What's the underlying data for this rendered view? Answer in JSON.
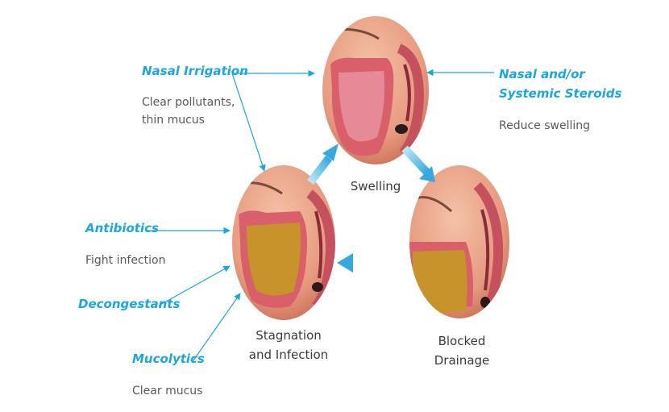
{
  "stages": {
    "swelling": {
      "label": "Swelling"
    },
    "blocked": {
      "label_lines": [
        "Blocked",
        "Drainage"
      ]
    },
    "stagnation": {
      "label_lines": [
        "Stagnation",
        "and Infection"
      ]
    }
  },
  "treatments": {
    "nasal_irrigation": {
      "title": "Nasal Irrigation",
      "desc_lines": [
        "Clear pollutants,",
        "thin mucus"
      ]
    },
    "steroids": {
      "title_lines": [
        "Nasal and/or",
        "Systemic Steroids"
      ],
      "desc": "Reduce swelling"
    },
    "antibiotics": {
      "title": "Antibiotics",
      "desc": "Fight infection"
    },
    "decongestants": {
      "title": "Decongestants"
    },
    "mucolytics": {
      "title": "Mucolytics",
      "desc": "Clear mucus"
    }
  },
  "colors": {
    "treatment_text": "#1aa6e0",
    "arrow": "#1aa6e0",
    "cycle_arrow": "#37a9e0",
    "skin": "#e8a088",
    "tissue": "#d9606a",
    "mucus": "#c8932a"
  },
  "icons": {
    "cycle": "cycle-arrow-icon",
    "pointer": "pointer-arrow-icon"
  }
}
